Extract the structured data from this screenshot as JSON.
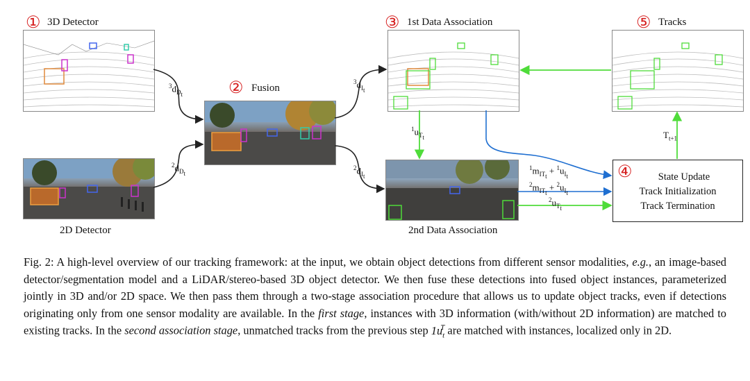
{
  "stages": {
    "detector3d": {
      "num": "①",
      "title": "3D Detector"
    },
    "detector2d": {
      "title": "2D Detector"
    },
    "fusion": {
      "num": "②",
      "title": "Fusion"
    },
    "assoc1": {
      "num": "③",
      "title": "1st Data Association"
    },
    "assoc2": {
      "title": "2nd Data Association"
    },
    "state": {
      "num": "④",
      "line1": "State Update",
      "line2": "Track Initialization",
      "line3": "Track Termination"
    },
    "tracks": {
      "num": "⑤",
      "title": "Tracks"
    }
  },
  "symbols": {
    "d3": {
      "base": "3",
      "var": "d",
      "sub": "D",
      "subsub": "t"
    },
    "d2": {
      "base": "2",
      "var": "d",
      "sub": "D",
      "subsub": "t"
    },
    "i3": {
      "base": "3",
      "var": "d",
      "sub": "I",
      "subsub": "t"
    },
    "i2": {
      "base": "2",
      "var": "d",
      "sub": "I",
      "subsub": "t"
    },
    "u1": {
      "base": "1",
      "var": "u",
      "sub": "T",
      "subsub": "t"
    },
    "m1": {
      "base": "1",
      "var": "m",
      "sub": "IT",
      "subsub": "t",
      "plus": "+",
      "base2": "1",
      "var2": "u",
      "sub2": "I",
      "subsub2": "t"
    },
    "m2": {
      "base": "2",
      "var": "m",
      "sub": "IT",
      "subsub": "t",
      "plus": "+",
      "base2": "2",
      "var2": "u",
      "sub2": "I",
      "subsub2": "t"
    },
    "u2": {
      "base": "2",
      "var": "u",
      "sub": "T",
      "subsub": "t"
    },
    "t1": {
      "var": "T",
      "sub": "t+1"
    }
  },
  "caption": {
    "fig": "Fig. 2: A high-level overview of our tracking framework: at the input, we obtain object detections from different sensor modalities, ",
    "eg": "e.g.",
    "p1": ", an image-based detector/segmentation model and a LiDAR/stereo-based 3D object detector. We then fuse these detections into fused object instances, parameterized jointly in 3D and/or 2D space. We then pass them through a two-stage association procedure that allows us to update object tracks, even if detections originating only from one sensor modality are available. In the ",
    "first": "first stage",
    "p2": ", instances with 3D information (with/without 2D information) are matched to existing tracks. In the ",
    "second": "second association stage",
    "p3": ", unmatched tracks from the previous step ",
    "math": "1u",
    "math_sub": "t",
    "math_sup": "T",
    "p4": " are matched with instances, localized only in 2D."
  },
  "colors": {
    "accent": "#d61f1f",
    "blue": "#1f6fd1",
    "green": "#4fdc3a"
  }
}
